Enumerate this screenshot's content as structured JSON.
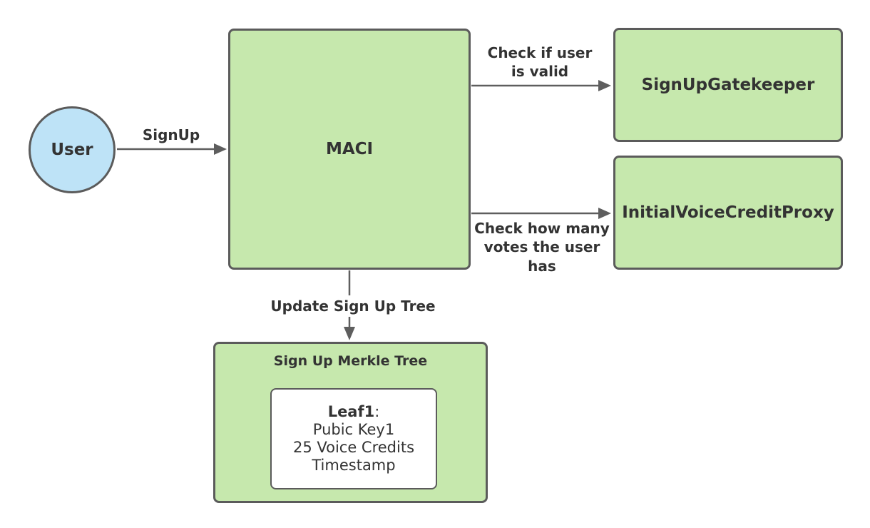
{
  "diagram": {
    "colors": {
      "background": "#ffffff",
      "node_green_fill": "#c6e8ad",
      "node_blue_fill": "#bee3f7",
      "leaf_fill": "#ffffff",
      "node_border": "#5b5b5b",
      "edge_color": "#5e5e5e",
      "text_color": "#333333"
    },
    "nodes": {
      "user": {
        "label": "User"
      },
      "maci": {
        "label": "MACI"
      },
      "signup_gatekeeper": {
        "label": "SignUpGatekeeper"
      },
      "initial_voice_credit_proxy": {
        "label": "InitialVoiceCreditProxy"
      },
      "signup_merkle_tree": {
        "label": "Sign Up Merkle Tree"
      },
      "leaf": {
        "name": "Leaf1",
        "separator": ":",
        "fields": [
          "Pubic Key1",
          "25 Voice Credits",
          "Timestamp"
        ]
      }
    },
    "edges": {
      "signup": {
        "label": "SignUp"
      },
      "check_user_valid": {
        "label": "Check if user\nis valid"
      },
      "check_votes": {
        "label": "Check how many\nvotes the user\nhas"
      },
      "update_signup_tree": {
        "label": "Update Sign Up Tree"
      }
    }
  }
}
